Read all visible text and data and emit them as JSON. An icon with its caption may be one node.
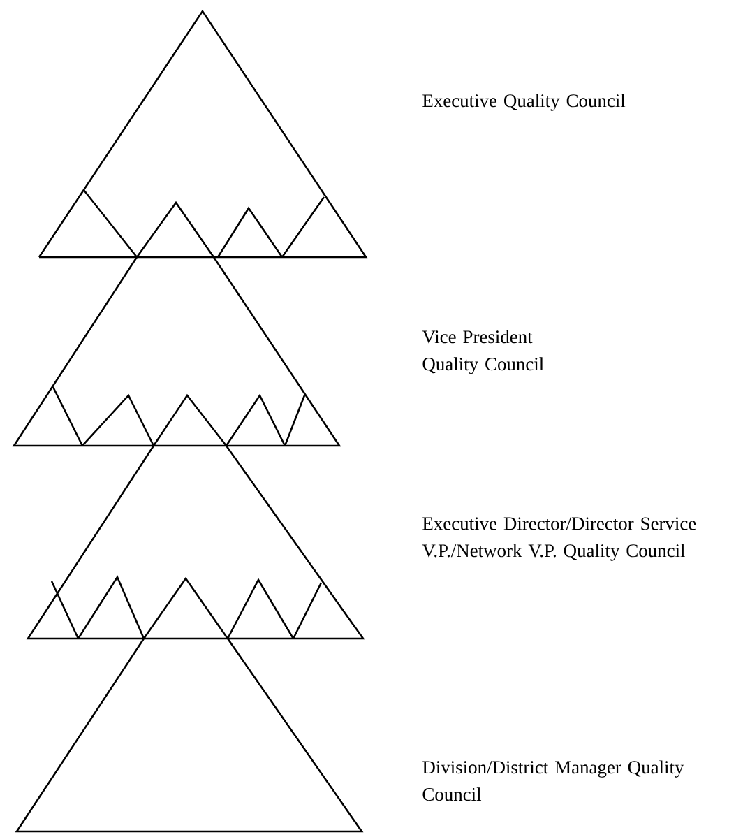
{
  "diagram": {
    "labels": [
      "Executive Quality Council",
      "Vice President Quality Council",
      "Executive Director/Director Service V.P./Network V.P. Quality Council",
      "Division/District Manager Quality Council"
    ]
  }
}
